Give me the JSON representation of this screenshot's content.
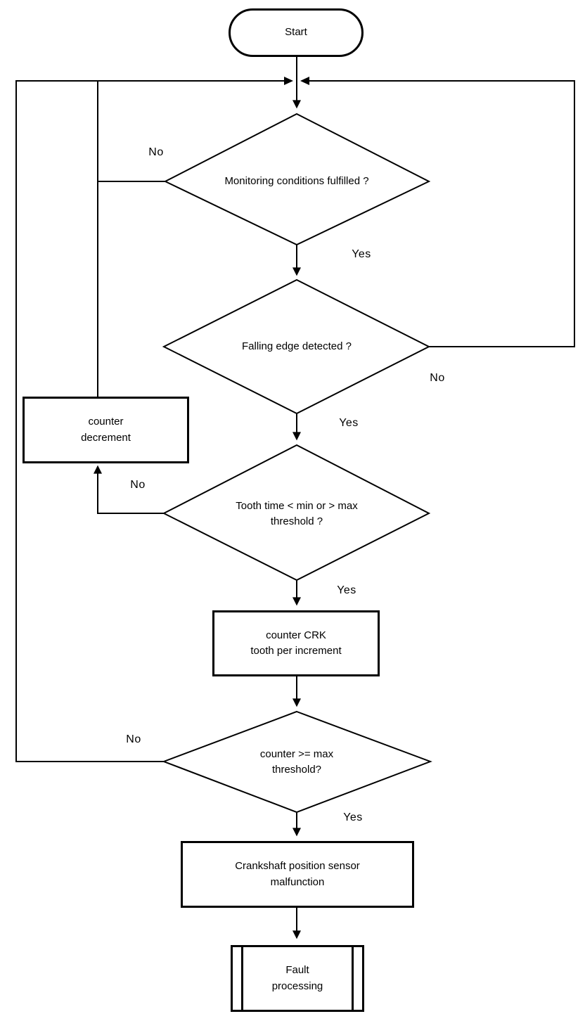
{
  "flowchart": {
    "colors": {
      "ink": "#000000",
      "background": "#ffffff"
    },
    "nodes": {
      "start": {
        "shape": "terminator",
        "label": "Start"
      },
      "monitoring": {
        "shape": "decision",
        "label": "Monitoring conditions fulfilled ?"
      },
      "falling_edge": {
        "shape": "decision",
        "label": "Falling edge detected ?"
      },
      "counter_decrement": {
        "shape": "process",
        "label": "counter\ndecrement"
      },
      "tooth_time": {
        "shape": "decision",
        "label": "Tooth time < min or > max\nthreshold ?"
      },
      "counter_crk": {
        "shape": "process",
        "label": "counter CRK\ntooth per increment"
      },
      "counter_max": {
        "shape": "decision",
        "label": "counter >= max\nthreshold?"
      },
      "malfunction": {
        "shape": "process",
        "label": "Crankshaft position sensor\nmalfunction"
      },
      "fault_processing": {
        "shape": "predefined_process",
        "label": "Fault\nprocessing"
      }
    },
    "branch_labels": {
      "monitoring_no": "No",
      "monitoring_yes": "Yes",
      "falling_edge_no": "No",
      "falling_edge_yes": "Yes",
      "tooth_time_no": "No",
      "tooth_time_yes": "Yes",
      "counter_max_no": "No",
      "counter_max_yes": "Yes"
    }
  }
}
